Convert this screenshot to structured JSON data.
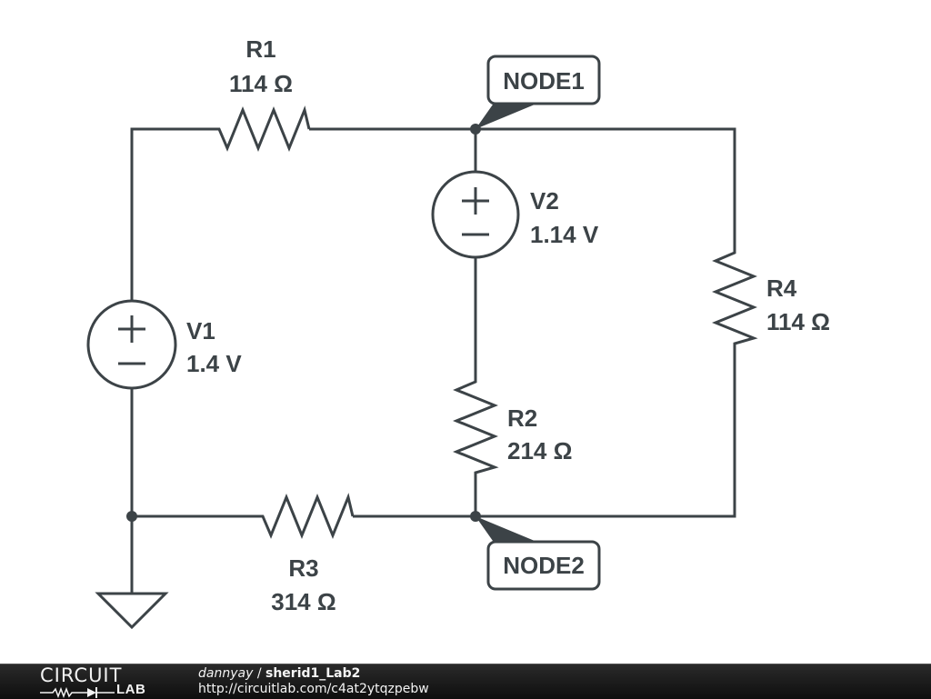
{
  "circuit": {
    "components": {
      "R1": {
        "name": "R1",
        "value": "114 Ω",
        "type": "resistor"
      },
      "R2": {
        "name": "R2",
        "value": "214 Ω",
        "type": "resistor"
      },
      "R3": {
        "name": "R3",
        "value": "314 Ω",
        "type": "resistor"
      },
      "R4": {
        "name": "R4",
        "value": "114 Ω",
        "type": "resistor"
      },
      "V1": {
        "name": "V1",
        "value": "1.4 V",
        "type": "voltage-source"
      },
      "V2": {
        "name": "V2",
        "value": "1.14 V",
        "type": "voltage-source"
      }
    },
    "nodes": {
      "node1": "NODE1",
      "node2": "NODE2"
    },
    "source_symbols": {
      "plus": "+",
      "minus": "−"
    },
    "ground": "ground-icon",
    "colors": {
      "wire": "#3c4347",
      "background": "#ffffff",
      "footer": "#1a1a1a",
      "footer_text": "#f4f4f4"
    }
  },
  "footer": {
    "logo_top": "CIRCUIT",
    "logo_bottom": "LAB",
    "author": "dannyay",
    "separator": " / ",
    "title": "sherid1_Lab2",
    "url": "http://circuitlab.com/c4at2ytqzpebw"
  }
}
